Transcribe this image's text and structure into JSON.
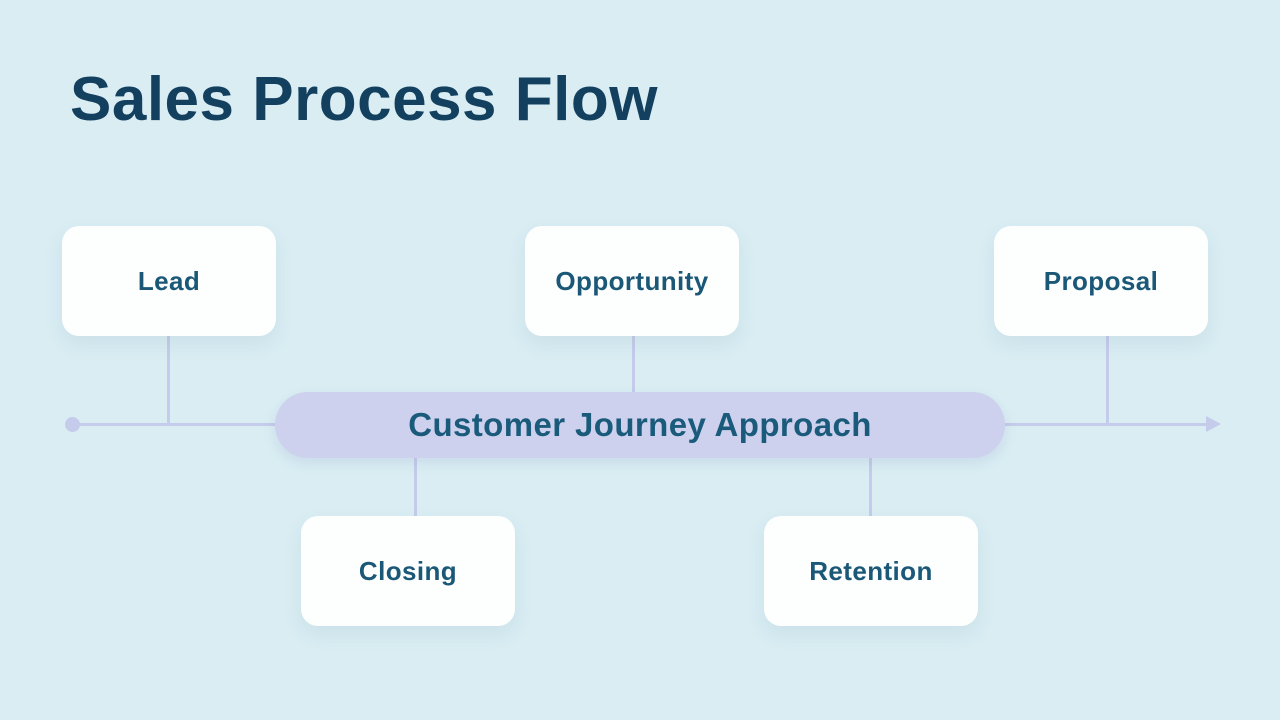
{
  "title": "Sales Process Flow",
  "pill": {
    "label": "Customer Journey Approach"
  },
  "nodes": {
    "lead": {
      "label": "Lead"
    },
    "opportunity": {
      "label": "Opportunity"
    },
    "proposal": {
      "label": "Proposal"
    },
    "closing": {
      "label": "Closing"
    },
    "retention": {
      "label": "Retention"
    }
  },
  "diagram": {
    "type": "flow",
    "center": "Customer Journey Approach",
    "flow_direction": "left-to-right",
    "top_row_steps": [
      "Lead",
      "Opportunity",
      "Proposal"
    ],
    "bottom_row_steps": [
      "Closing",
      "Retention"
    ],
    "step_order": [
      "Lead",
      "Opportunity",
      "Proposal",
      "Closing",
      "Retention"
    ]
  },
  "colors": {
    "background": "#d9edf3",
    "node_bg": "#fdfffe",
    "pill_bg": "#cdd1ed",
    "connector": "#c5cbea",
    "title_text": "#14405f",
    "node_text": "#1b5878",
    "pill_text": "#1a5a7a"
  }
}
